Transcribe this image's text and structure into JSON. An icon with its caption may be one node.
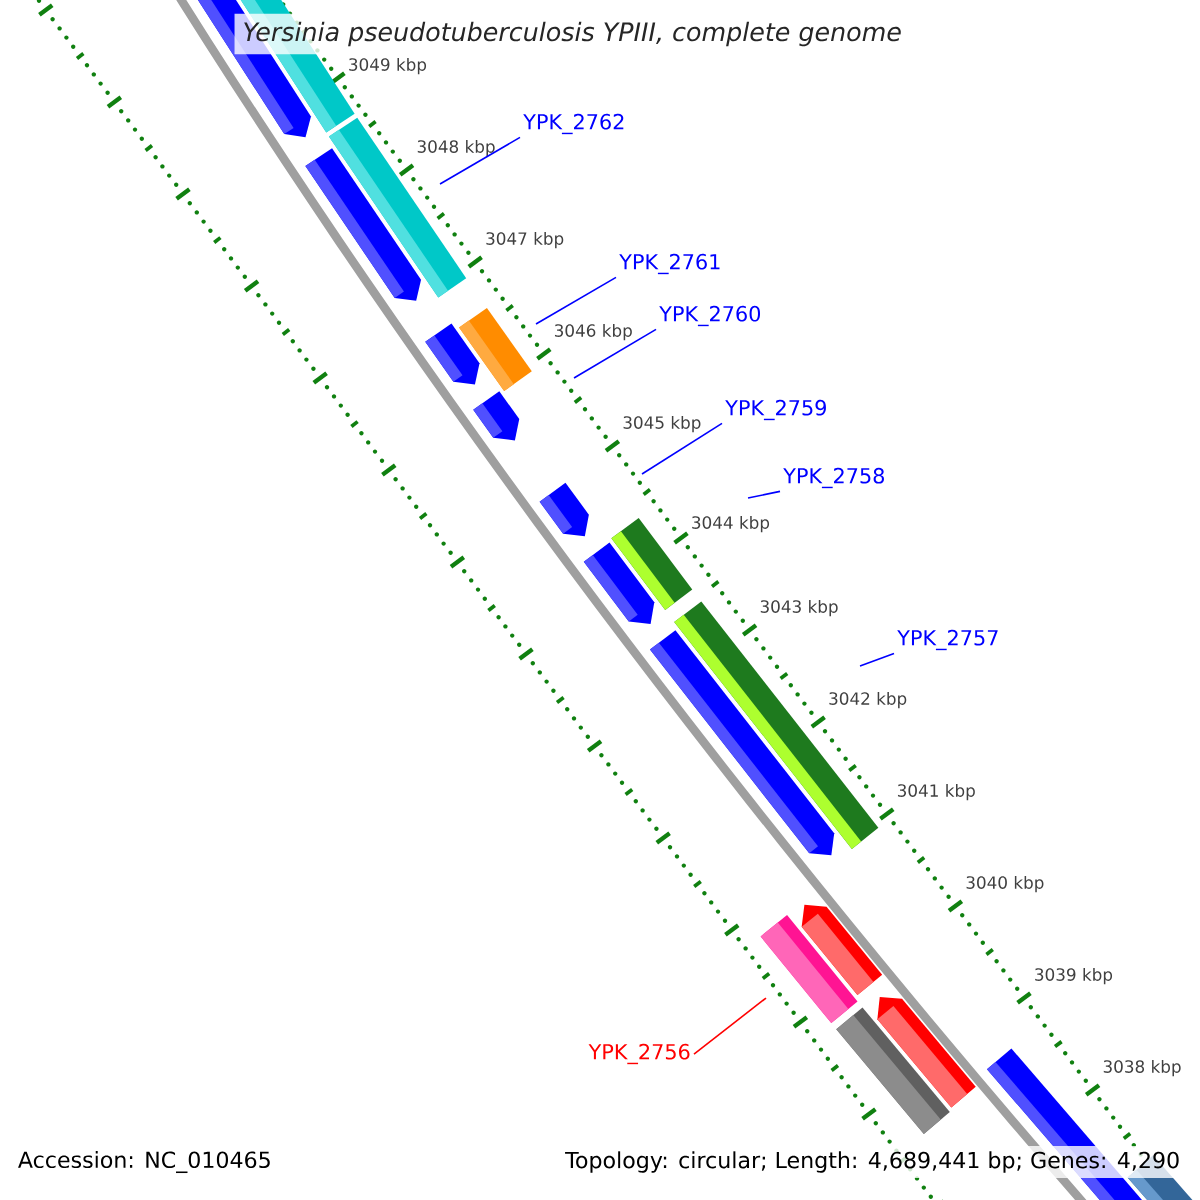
{
  "diagram": {
    "title": "Yersinia pseudotuberculosis YPIII, complete genome",
    "nodes": [
      {
        "text": [
          "YPK_2762"
        ]
      },
      {
        "text": [
          "YPK_2761"
        ]
      },
      {
        "text": [
          "YPK_2760"
        ]
      },
      {
        "text": [
          "YPK_2759"
        ]
      },
      {
        "text": [
          "YPK_2758"
        ]
      },
      {
        "text": [
          "YPK_2757"
        ]
      },
      {
        "text": [
          "YPK_2756"
        ]
      }
    ],
    "edges": [
      {
        "from": 0,
        "to": null,
        "arrow": "none"
      },
      {
        "from": 1,
        "to": null,
        "arrow": "none"
      },
      {
        "from": 2,
        "to": null,
        "arrow": "none"
      },
      {
        "from": 3,
        "to": null,
        "arrow": "none"
      },
      {
        "from": 4,
        "to": null,
        "arrow": "none"
      },
      {
        "from": 5,
        "to": null,
        "arrow": "none"
      },
      {
        "from": 6,
        "to": null,
        "arrow": "none",
        "color": "#ff0000"
      }
    ],
    "labels": [
      "3049 kbp",
      "3048 kbp",
      "3047 kbp",
      "3046 kbp",
      "3045 kbp",
      "3044 kbp",
      "3043 kbp",
      "3042 kbp",
      "3041 kbp",
      "3040 kbp",
      "3039 kbp",
      "3038 kbp",
      "Accession: NC_010465",
      "Topology: circular; Length: 4,689,441 bp; Genes: 4,290"
    ]
  }
}
